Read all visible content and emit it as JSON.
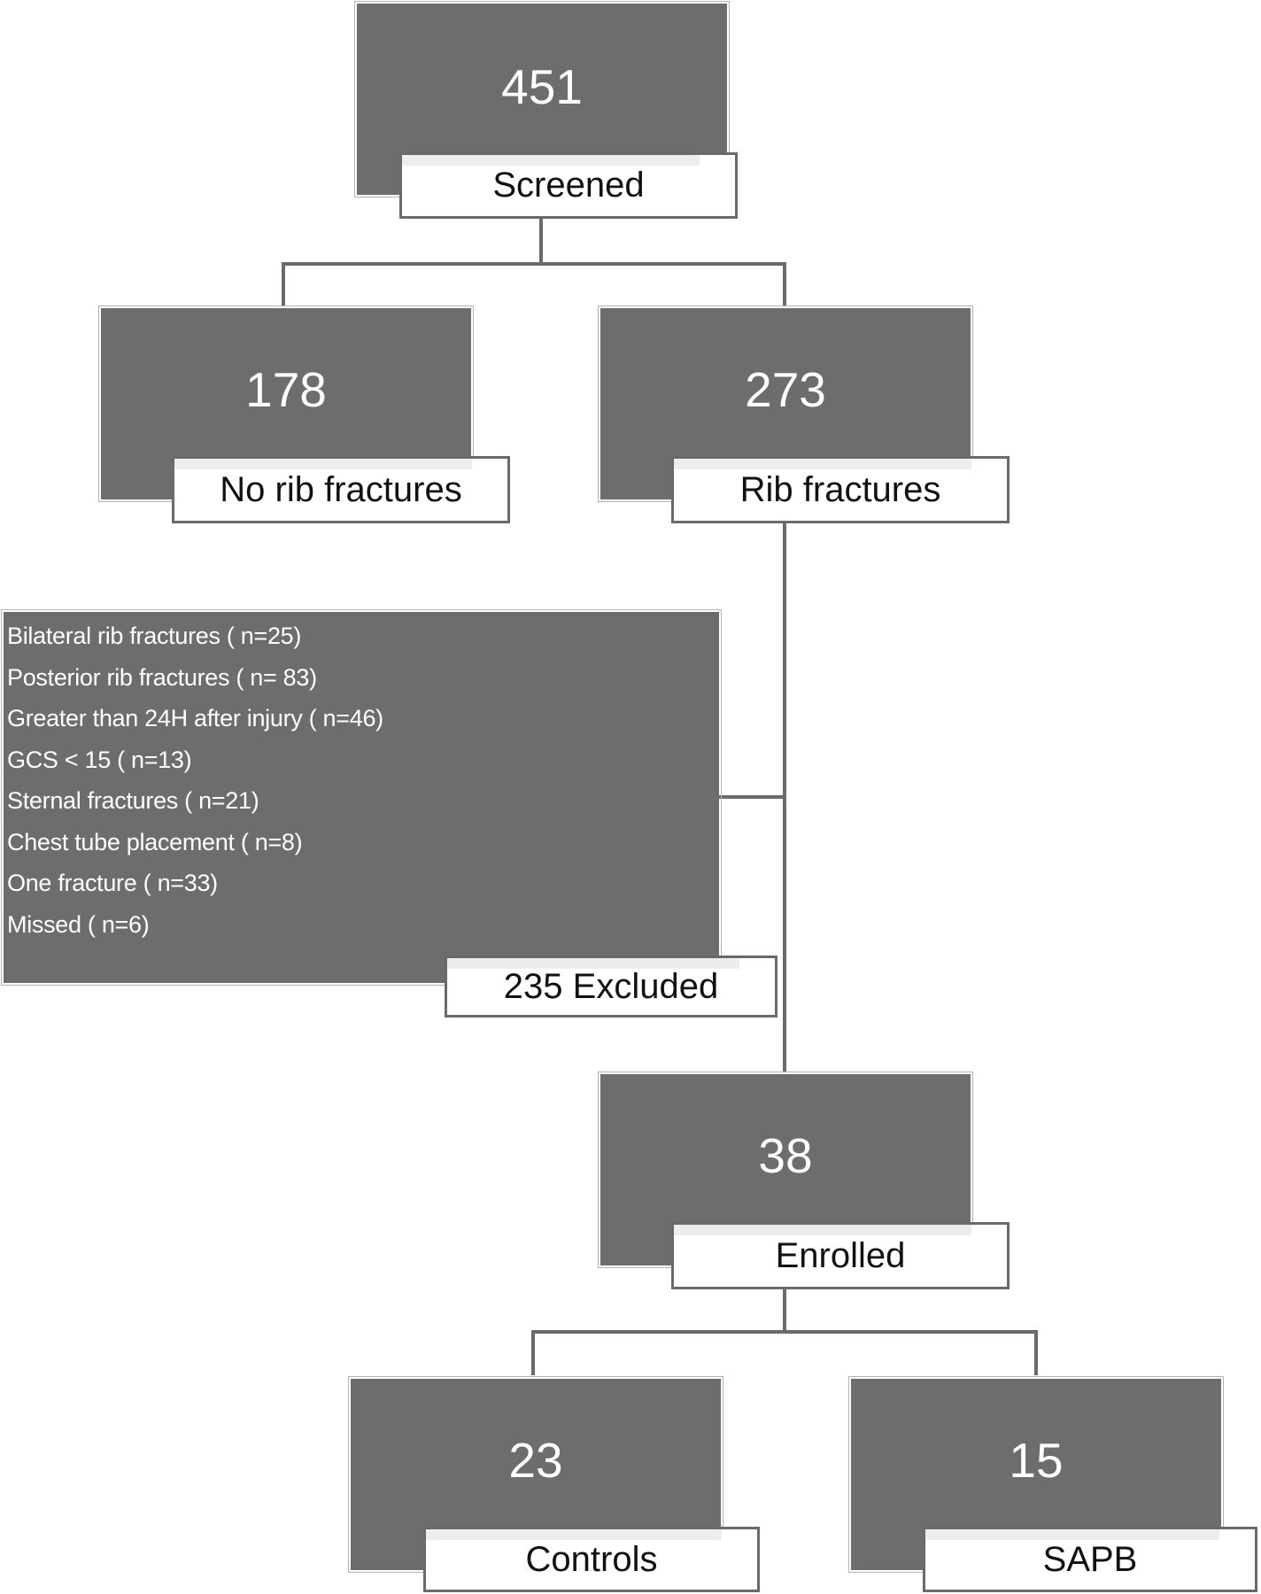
{
  "diagram": {
    "screened": {
      "count": "451",
      "label": "Screened"
    },
    "no_rib_fractures": {
      "count": "178",
      "label": "No rib fractures"
    },
    "rib_fractures": {
      "count": "273",
      "label": "Rib fractures"
    },
    "excluded": {
      "label": "235 Excluded",
      "criteria": [
        "Bilateral rib fractures ( n=25)",
        "Posterior rib fractures ( n= 83)",
        "Greater than  24H after injury ( n=46)",
        "GCS < 15 ( n=13)",
        "Sternal fractures ( n=21)",
        "Chest tube placement ( n=8)",
        "One fracture ( n=33)",
        "Missed ( n=6)"
      ]
    },
    "enrolled": {
      "count": "38",
      "label": "Enrolled"
    },
    "controls": {
      "count": "23",
      "label": "Controls"
    },
    "sapb": {
      "count": "15",
      "label": "SAPB"
    }
  },
  "colors": {
    "box_fill": "#6d6d6d",
    "connector": "#6a6a6a",
    "label_fill": "#ffffff"
  }
}
